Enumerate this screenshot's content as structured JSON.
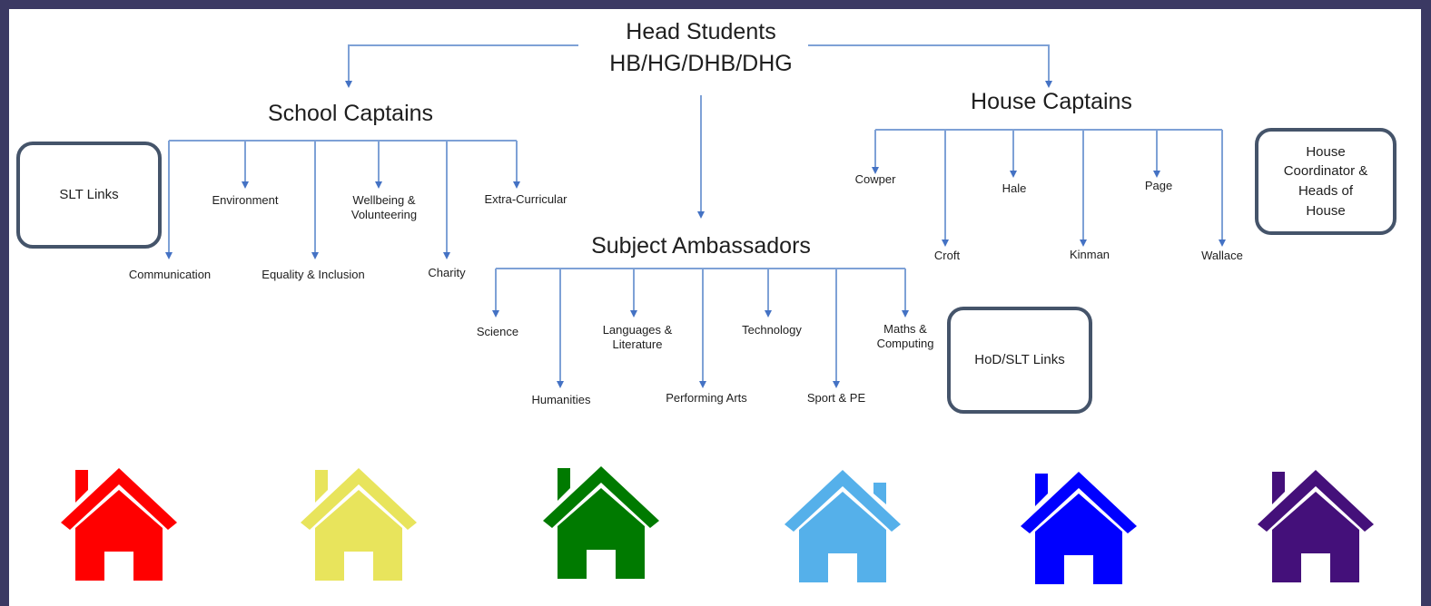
{
  "head": {
    "title": "Head Students",
    "subtitle": "HB/HG/DHB/DHG"
  },
  "school_captains": {
    "title": "School Captains",
    "items": [
      "Communication",
      "Environment",
      "Equality & Inclusion",
      "Wellbeing &\nVolunteering",
      "Charity",
      "Extra-Curricular"
    ],
    "link_box": "SLT Links"
  },
  "house_captains": {
    "title": "House Captains",
    "items": [
      "Cowper",
      "Croft",
      "Hale",
      "Kinman",
      "Page",
      "Wallace"
    ],
    "link_box": "House\nCoordinator &\nHeads of\nHouse"
  },
  "subject_ambassadors": {
    "title": "Subject Ambassadors",
    "items": [
      "Science",
      "Humanities",
      "Languages &\nLiterature",
      "Performing Arts",
      "Technology",
      "Sport & PE",
      "Maths &\nComputing"
    ],
    "link_box": "HoD/SLT Links"
  },
  "colors": {
    "line": "#7ea1d6",
    "arrow": "#4472c4",
    "box_border": "#45546a",
    "frame": "#3b3963",
    "houses": [
      "#ff0000",
      "#e8e45c",
      "#007a00",
      "#55b0ea",
      "#0000ff",
      "#44107a"
    ]
  },
  "icons": [
    "house-icon",
    "house-icon",
    "house-icon",
    "house-icon",
    "house-icon",
    "house-icon"
  ]
}
